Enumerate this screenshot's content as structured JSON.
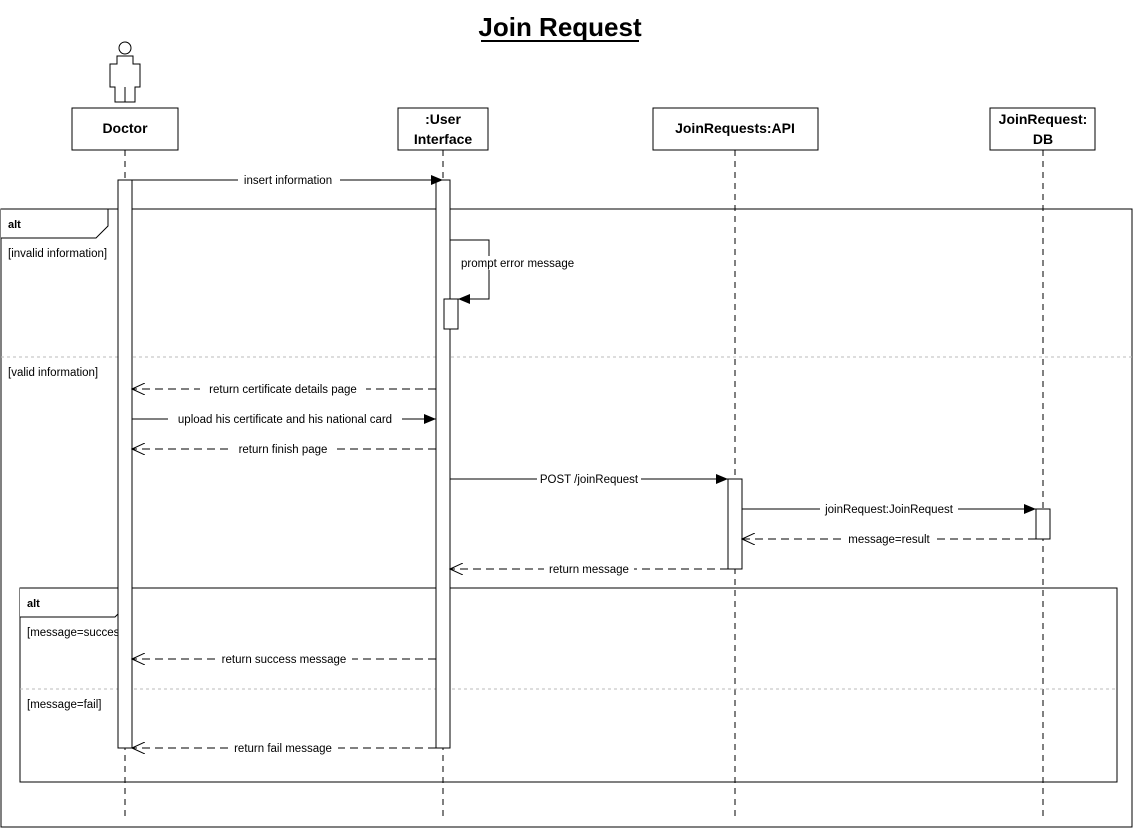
{
  "title": "Join Request",
  "lifelines": {
    "doctor": "Doctor",
    "ui_line1": ":User",
    "ui_line2": "Interface",
    "api": "JoinRequests:API",
    "db_line1": "JoinRequest:",
    "db_line2": "DB"
  },
  "messages": {
    "insert_information": "insert information",
    "prompt_error": "prompt error message",
    "return_certificate": "return certificate details page",
    "upload_certificate": "upload his certificate and his national card",
    "return_finish": "return finish page",
    "post_join": "POST /joinRequest",
    "join_request_obj": "joinRequest:JoinRequest",
    "message_result": "message=result",
    "return_message": "return message",
    "return_success": "return success message",
    "return_fail": "return fail message"
  },
  "frames": {
    "outer": {
      "operator": "alt",
      "guard1": "[invalid information]",
      "guard2": "[valid information]"
    },
    "inner": {
      "operator": "alt",
      "guard1": "[message=success]",
      "guard2": "[message=fail]"
    }
  }
}
